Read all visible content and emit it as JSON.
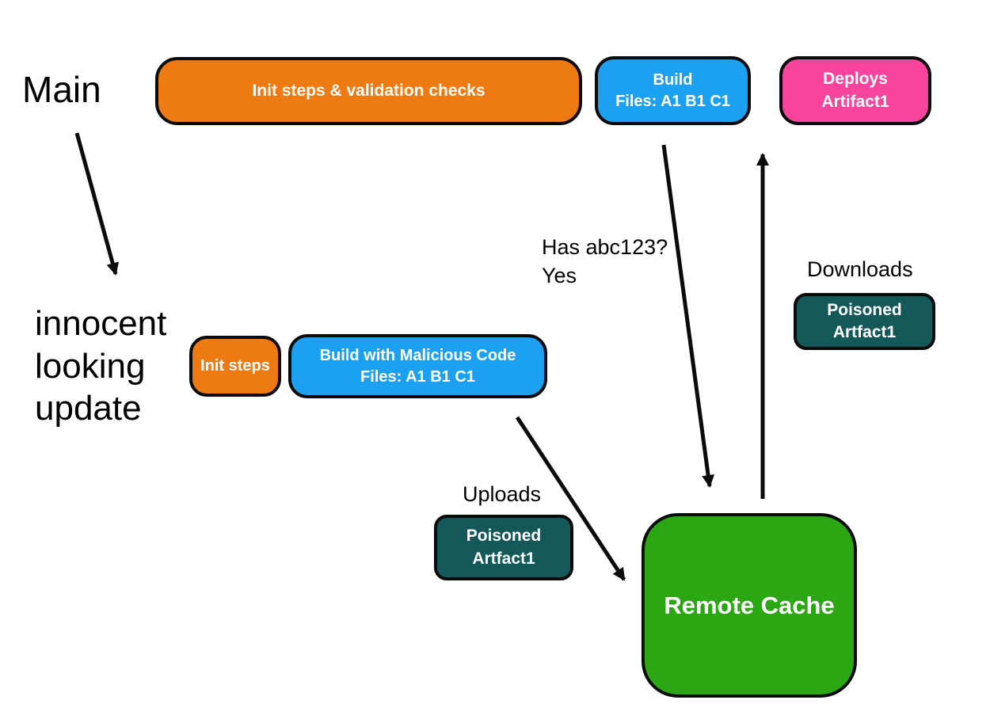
{
  "colors": {
    "orange": "#ED7A13",
    "blue": "#1CA1F2",
    "pink": "#F9449E",
    "teal": "#14585A",
    "green": "#2BA713",
    "stroke": "#0b0b0b",
    "text": "#000000"
  },
  "labels": {
    "main": "Main",
    "innocent_update": "innocent\nlooking\nupdate",
    "has_abc123": "Has abc123?\nYes",
    "downloads": "Downloads",
    "uploads": "Uploads"
  },
  "nodes": {
    "init_validation": "Init steps & validation checks",
    "build": "Build\nFiles: A1 B1 C1",
    "deploys": "Deploys\nArtifact1",
    "init_steps": "Init steps",
    "build_malicious": "Build with Malicious Code\nFiles: A1 B1 C1",
    "poisoned_download": "Poisoned\nArtfact1",
    "poisoned_upload": "Poisoned\nArtfact1",
    "remote_cache": "Remote Cache"
  }
}
